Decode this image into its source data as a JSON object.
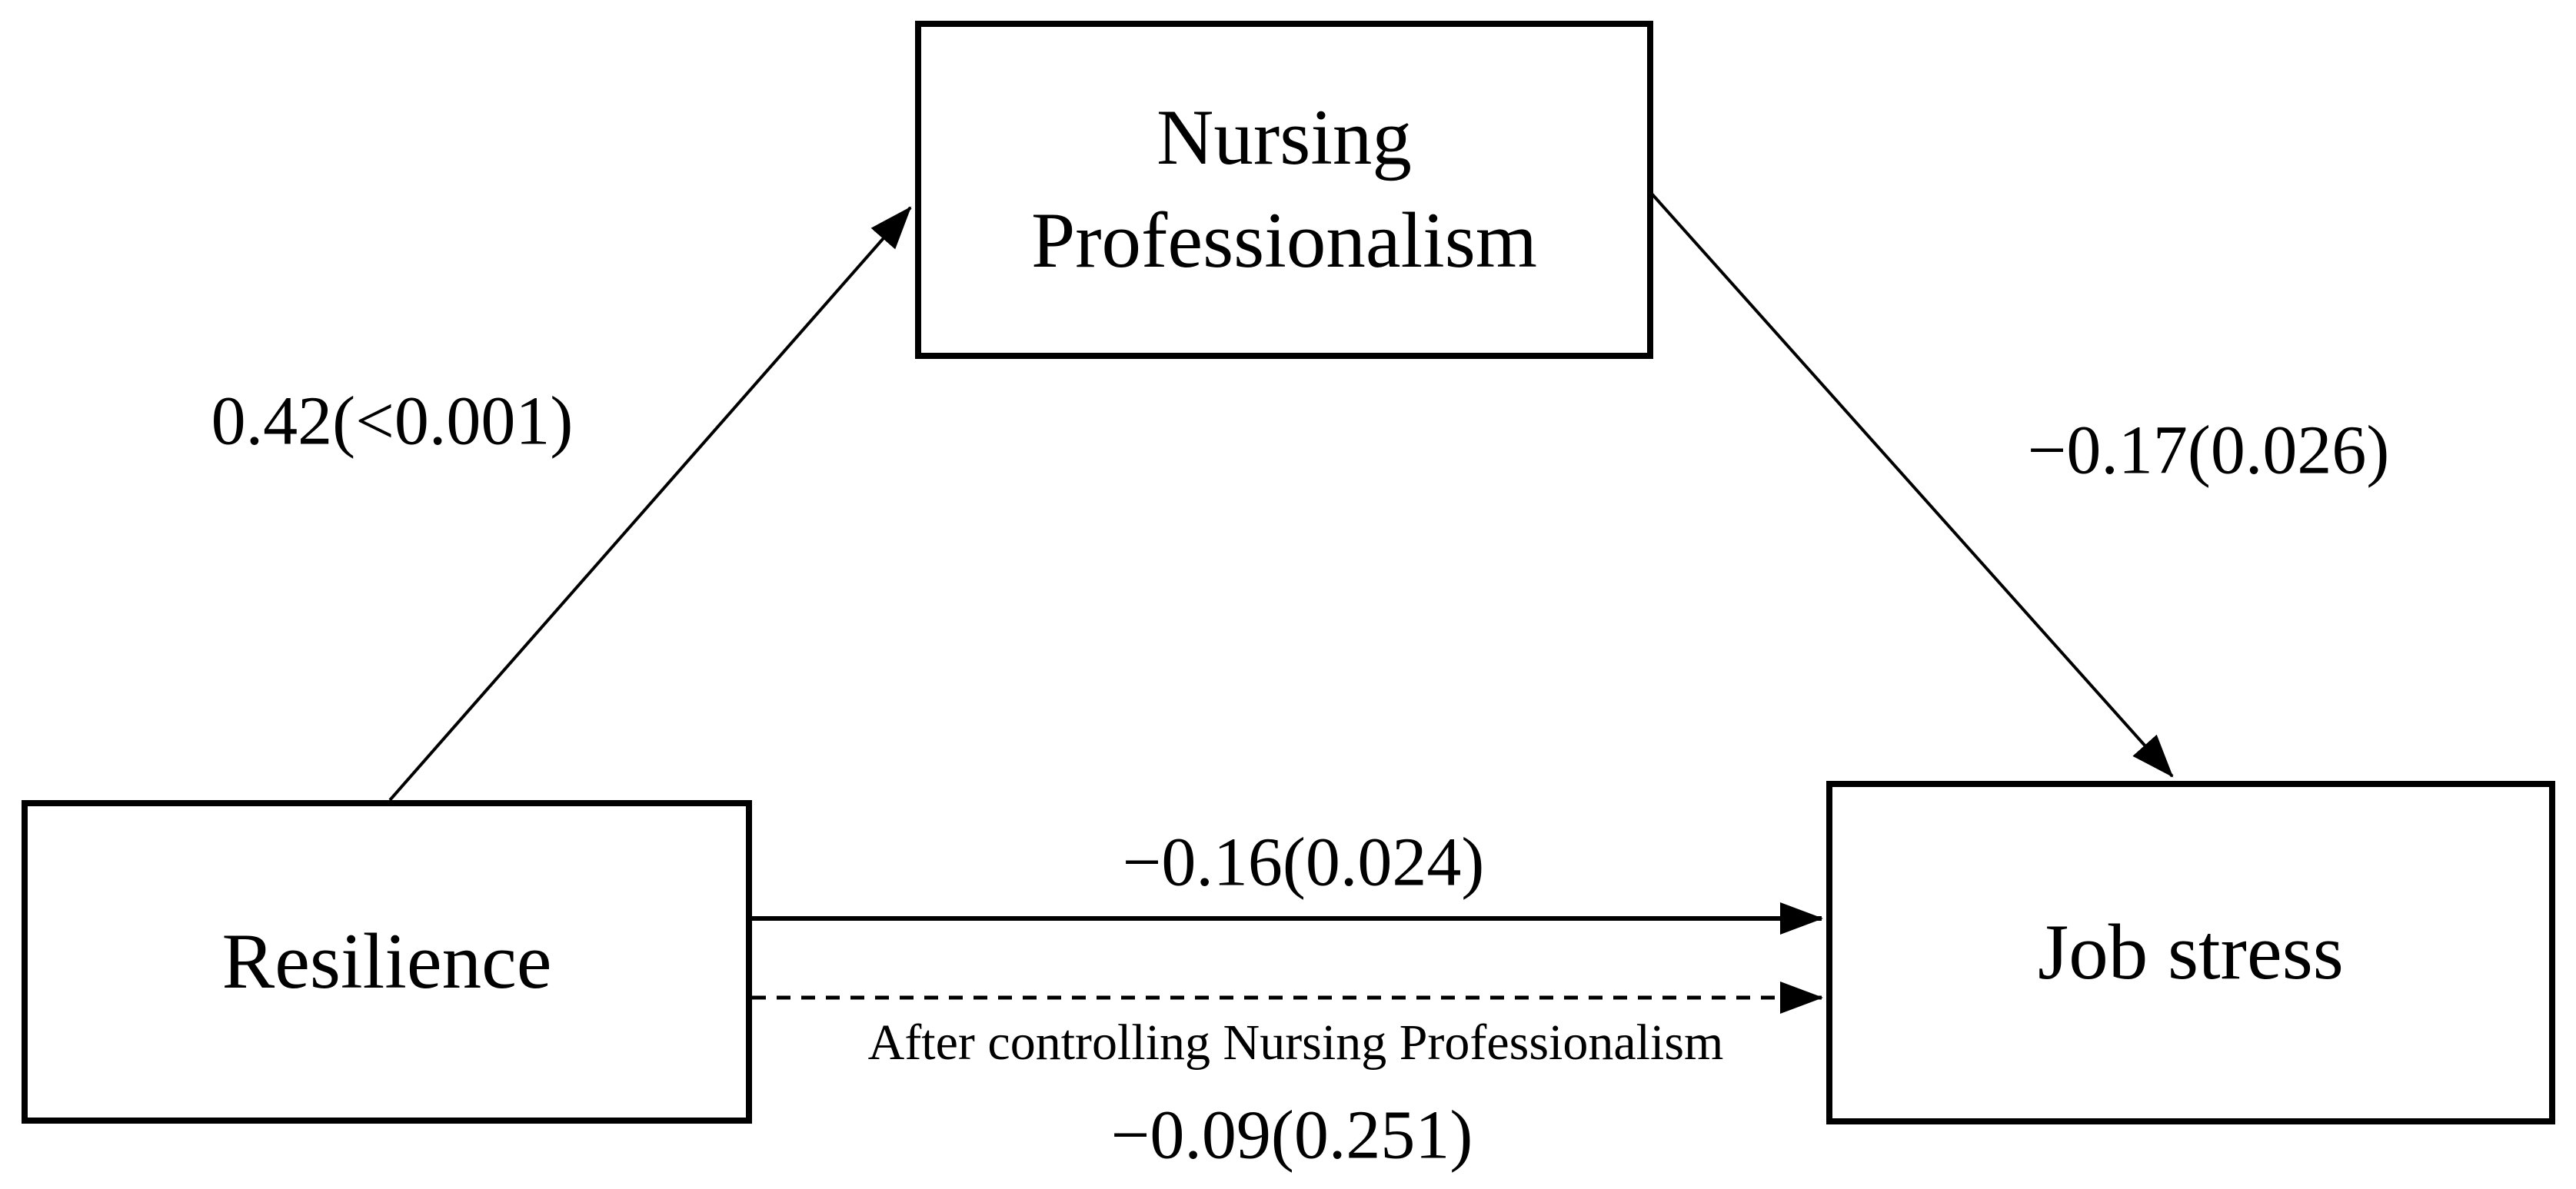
{
  "figure": {
    "type": "mediation-path-diagram",
    "colors": {
      "background": "#ffffff",
      "line": "#000000",
      "text": "#000000"
    },
    "nodes": {
      "mediator": {
        "label_lines": [
          "Nursing",
          "Professionalism"
        ]
      },
      "predictor": {
        "label": "Resilience"
      },
      "outcome": {
        "label": "Job stress"
      }
    },
    "paths": {
      "predictor_to_mediator": {
        "coefficient": "0.42(<0.001)",
        "style": "solid",
        "from": "Resilience",
        "to": "Nursing Professionalism"
      },
      "mediator_to_outcome": {
        "coefficient": "−0.17(0.026)",
        "style": "solid",
        "from": "Nursing Professionalism",
        "to": "Job stress"
      },
      "predictor_to_outcome_total": {
        "coefficient": "−0.16(0.024)",
        "style": "solid",
        "from": "Resilience",
        "to": "Job stress"
      },
      "predictor_to_outcome_direct": {
        "note": "After controlling Nursing Professionalism",
        "coefficient": "−0.09(0.251)",
        "style": "dashed",
        "from": "Resilience",
        "to": "Job stress"
      }
    }
  }
}
